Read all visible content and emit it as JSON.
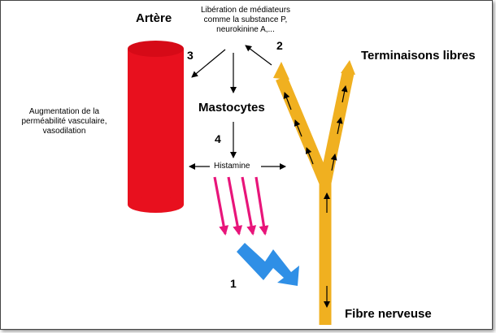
{
  "labels": {
    "artery": "Artère",
    "mediators_line1": "Libération de médiateurs",
    "mediators_line2": "comme la substance P,",
    "mediators_line3": "neurokinine A,...",
    "free_endings": "Terminaisons libres",
    "mast_cells": "Mastocytes",
    "histamine": "Histamine",
    "permeability_line1": "Augmentation de la",
    "permeability_line2": "perméabilité vasculaire,",
    "permeability_line3": "vasodilation",
    "nerve_fiber": "Fibre nerveuse"
  },
  "step_numbers": {
    "n1": "1",
    "n2": "2",
    "n3": "3",
    "n4": "4"
  },
  "colors": {
    "artery": "#e8101e",
    "nerve": "#f0b020",
    "histamine_arrows": "#e8157a",
    "stimulus_bolt": "#2f8fe6",
    "arrows": "#000000"
  },
  "icons": {
    "stimulus": "lightning-bolt-icon",
    "histamine_release": "magenta-arrows-icon"
  }
}
